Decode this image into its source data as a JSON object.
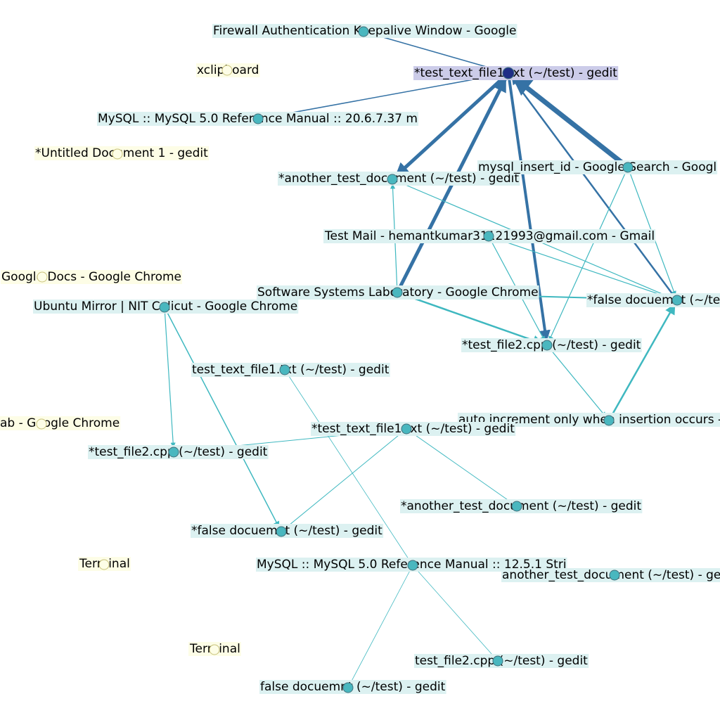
{
  "colors": {
    "edge_light": "#3fb8c0",
    "edge_strong": "#3572a5",
    "node_fill": "#49b7bf",
    "node_fill_hub": "#1f2e86",
    "node_fill_isolated": "#fdfde6",
    "node_stroke": "#3f6f7a",
    "node_stroke_isolated": "#c8c27a",
    "label_bg": "#dcf1f1",
    "label_bg_hub": "#cccce9",
    "label_bg_isolated": "#fdfde6"
  },
  "nodes": [
    {
      "id": "n0",
      "label": "*test_text_file1.txt (~/test) - gedit",
      "kind": "hub"
    },
    {
      "id": "n1",
      "label": "Firewall Authentication Keepalive Window - Google",
      "kind": "connected"
    },
    {
      "id": "n2",
      "label": "xclipboard",
      "kind": "isolated"
    },
    {
      "id": "n3",
      "label": "MySQL :: MySQL 5.0 Reference Manual :: 20.6.7.37 m",
      "kind": "connected"
    },
    {
      "id": "n4",
      "label": "*Untitled Document 1 - gedit",
      "kind": "isolated"
    },
    {
      "id": "n5",
      "label": "*another_test_document (~/test) - gedit",
      "kind": "connected"
    },
    {
      "id": "n6",
      "label": "mysql_insert_id - Google Search - Googl",
      "kind": "connected"
    },
    {
      "id": "n7",
      "label": "Test Mail - hemantkumar31121993@gmail.com - Gmail",
      "kind": "connected"
    },
    {
      "id": "n8",
      "label": "Google Docs - Google Chrome",
      "kind": "isolated"
    },
    {
      "id": "n9",
      "label": "Software Systems Laboratory - Google Chrome",
      "kind": "connected"
    },
    {
      "id": "n10",
      "label": "*false docuemnt (~/tes",
      "kind": "connected"
    },
    {
      "id": "n11",
      "label": "Ubuntu Mirror | NIT Calicut - Google Chrome",
      "kind": "connected"
    },
    {
      "id": "n12",
      "label": "*test_file2.cpp (~/test) - gedit",
      "kind": "connected"
    },
    {
      "id": "n13",
      "label": "test_text_file1.txt (~/test) - gedit",
      "kind": "connected"
    },
    {
      "id": "n14",
      "label": "auto increment only when insertion occurs - G",
      "kind": "connected"
    },
    {
      "id": "n15",
      "label": "ab - Google Chrome",
      "kind": "isolated"
    },
    {
      "id": "n16",
      "label": "*test_text_file1.txt (~/test) - gedit",
      "kind": "connected"
    },
    {
      "id": "n17",
      "label": "*test_file2.cpp (~/test) - gedit",
      "kind": "connected"
    },
    {
      "id": "n18",
      "label": "*another_test_document (~/test) - gedit",
      "kind": "connected"
    },
    {
      "id": "n19",
      "label": "*false docuemnt (~/test) - gedit",
      "kind": "connected"
    },
    {
      "id": "n20",
      "label": "Terminal",
      "kind": "isolated"
    },
    {
      "id": "n21",
      "label": "MySQL :: MySQL 5.0 Reference Manual :: 12.5.1 Stri",
      "kind": "connected"
    },
    {
      "id": "n22",
      "label": "another_test_document (~/test) - ged",
      "kind": "connected"
    },
    {
      "id": "n23",
      "label": "Terminal",
      "kind": "isolated"
    },
    {
      "id": "n24",
      "label": "test_file2.cpp (~/test) - gedit",
      "kind": "connected"
    },
    {
      "id": "n25",
      "label": "false docuemnt (~/test) - gedit",
      "kind": "connected"
    }
  ],
  "edges": [
    {
      "from": "n1",
      "to": "n0",
      "weight": 1.5,
      "strong": true
    },
    {
      "from": "n3",
      "to": "n0",
      "weight": 1.5,
      "strong": true
    },
    {
      "from": "n0",
      "to": "n5",
      "weight": 5,
      "strong": true
    },
    {
      "from": "n6",
      "to": "n0",
      "weight": 7,
      "strong": true
    },
    {
      "from": "n9",
      "to": "n0",
      "weight": 5,
      "strong": true
    },
    {
      "from": "n0",
      "to": "n12",
      "weight": 4,
      "strong": true
    },
    {
      "from": "n10",
      "to": "n0",
      "weight": 2.5,
      "strong": true
    },
    {
      "from": "n6",
      "to": "n5",
      "weight": 1.2,
      "strong": false
    },
    {
      "from": "n9",
      "to": "n5",
      "weight": 1.2,
      "strong": false
    },
    {
      "from": "n5",
      "to": "n10",
      "weight": 1.2,
      "strong": false
    },
    {
      "from": "n6",
      "to": "n10",
      "weight": 1.2,
      "strong": false
    },
    {
      "from": "n6",
      "to": "n12",
      "weight": 1.2,
      "strong": false
    },
    {
      "from": "n7",
      "to": "n10",
      "weight": 1.2,
      "strong": false
    },
    {
      "from": "n7",
      "to": "n12",
      "weight": 1.2,
      "strong": false
    },
    {
      "from": "n9",
      "to": "n10",
      "weight": 2,
      "strong": false
    },
    {
      "from": "n9",
      "to": "n12",
      "weight": 2.5,
      "strong": false
    },
    {
      "from": "n14",
      "to": "n10",
      "weight": 2.5,
      "strong": false
    },
    {
      "from": "n12",
      "to": "n14",
      "weight": 1.2,
      "strong": false
    },
    {
      "from": "n11",
      "to": "n17",
      "weight": 1.2,
      "strong": false
    },
    {
      "from": "n11",
      "to": "n19",
      "weight": 1.5,
      "strong": false
    },
    {
      "from": "n16",
      "to": "n17",
      "weight": 1,
      "strong": false
    },
    {
      "from": "n16",
      "to": "n19",
      "weight": 1,
      "strong": false
    },
    {
      "from": "n16",
      "to": "n18",
      "weight": 1,
      "strong": false
    },
    {
      "from": "n13",
      "to": "n21",
      "weight": 0.8,
      "strong": false
    },
    {
      "from": "n21",
      "to": "n24",
      "weight": 0.8,
      "strong": false
    },
    {
      "from": "n21",
      "to": "n25",
      "weight": 0.8,
      "strong": false
    }
  ]
}
